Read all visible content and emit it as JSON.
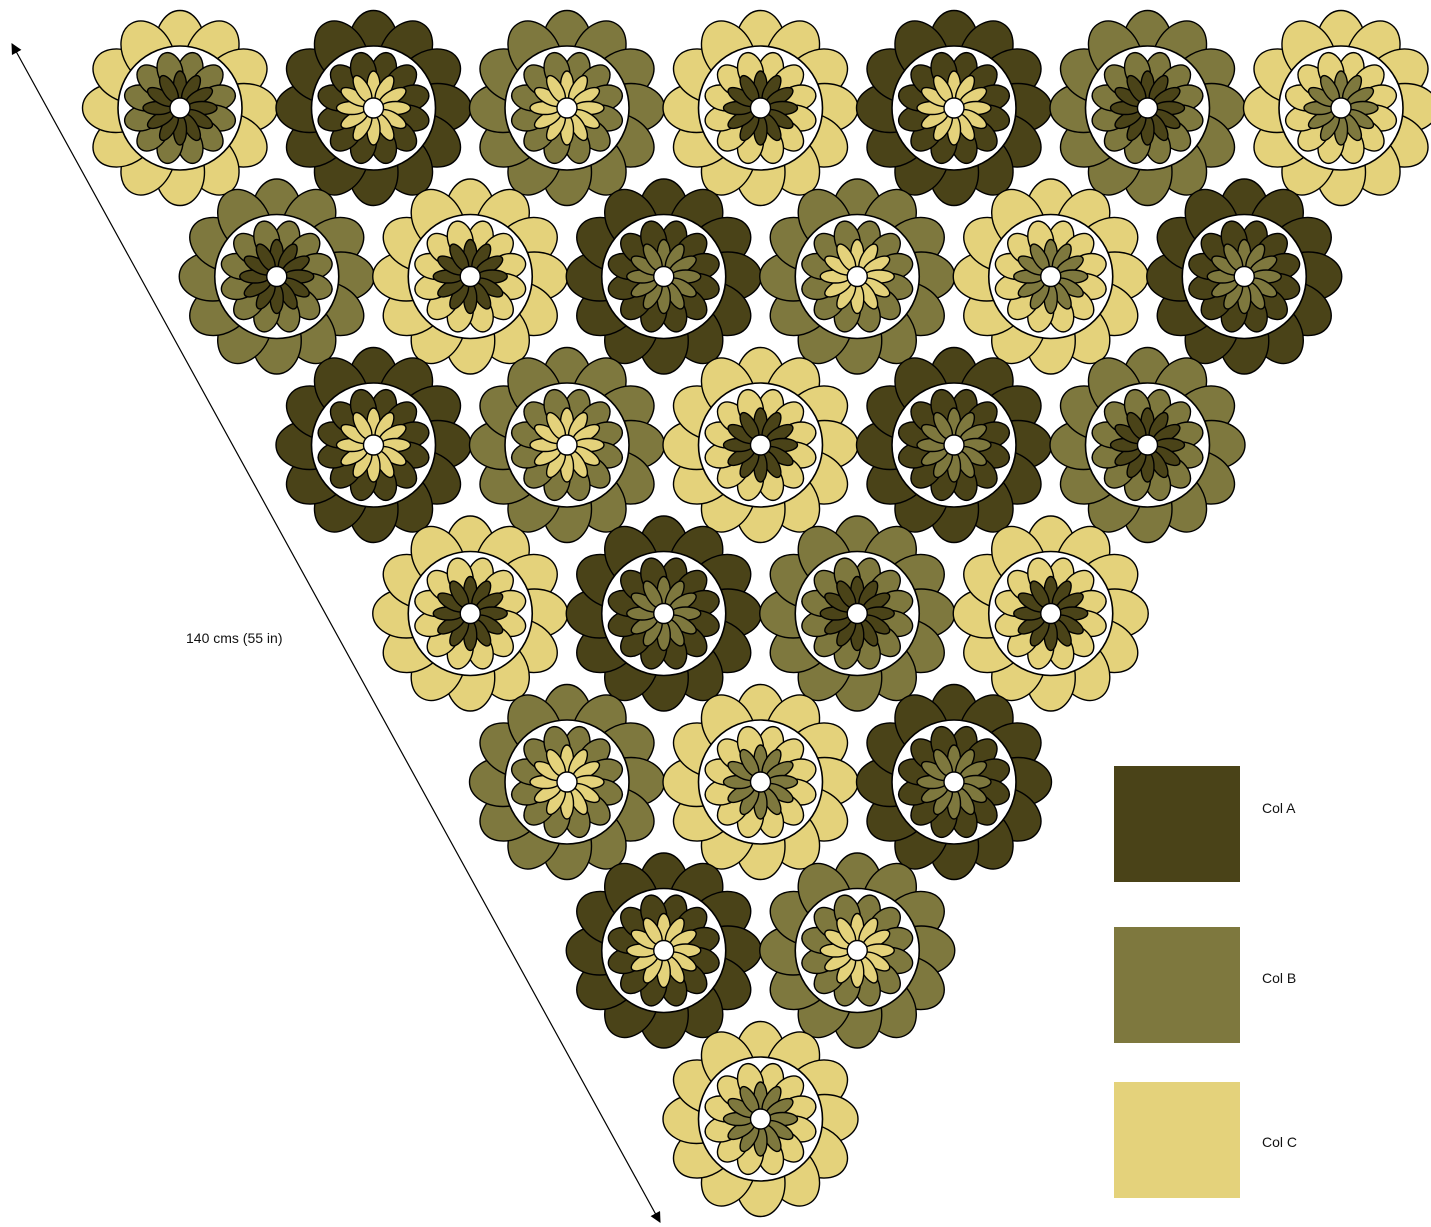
{
  "dimension": {
    "label": "140 cms (55 in)"
  },
  "colors": {
    "A": "#4a4318",
    "B": "#7e783e",
    "C": "#e4d27b"
  },
  "legend": [
    {
      "label": "Col A",
      "color": "#4a4318"
    },
    {
      "label": "Col B",
      "color": "#7e783e"
    },
    {
      "label": "Col C",
      "color": "#e4d27b"
    }
  ],
  "motifs": [
    [
      "CBA",
      "AC",
      "BC",
      "CA",
      "AC",
      "BA",
      "CB"
    ],
    [
      "BA",
      "CA",
      "AB",
      "BC",
      "CB",
      "AB"
    ],
    [
      "AC",
      "BC",
      "CA",
      "AB",
      "BA"
    ],
    [
      "CA",
      "AB",
      "BA",
      "CA"
    ],
    [
      "BC",
      "CB",
      "AB"
    ],
    [
      "AC",
      "BC"
    ],
    [
      "CB"
    ]
  ]
}
